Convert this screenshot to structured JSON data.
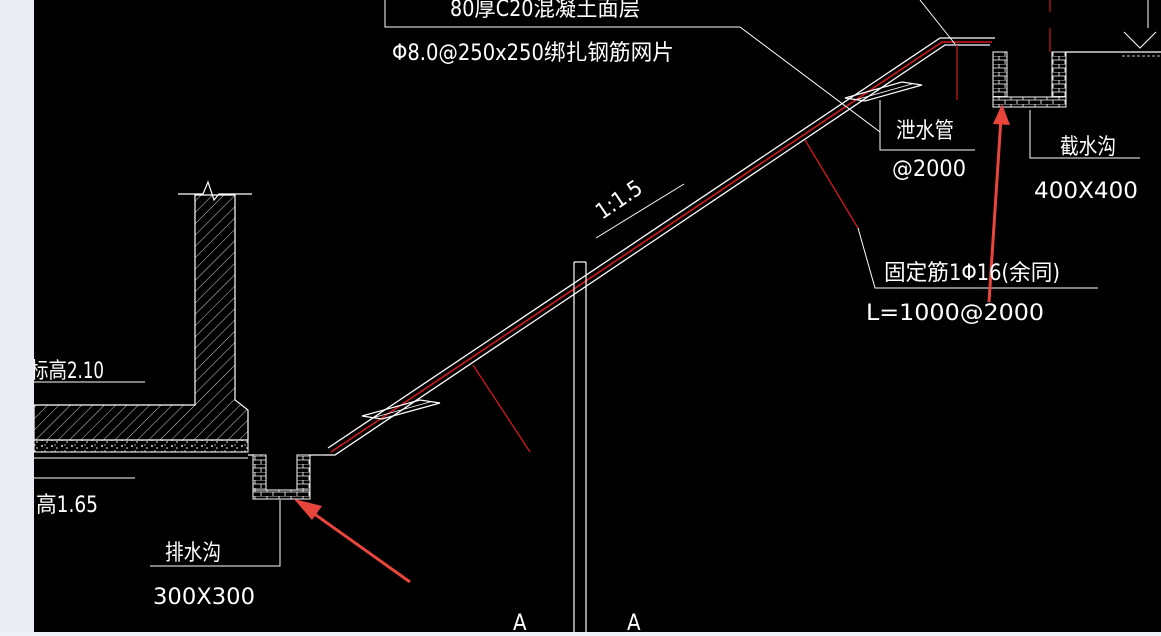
{
  "labels": {
    "top_cut": "80厚C20混凝土面层",
    "mesh": "Φ8.0@250x250绑扎钢筋网片",
    "slope": "1:1.5",
    "drain_pipe": "泄水管",
    "drain_pipe_spacing": "@2000",
    "cutoff_ditch": "截水沟",
    "cutoff_ditch_size": "400X400",
    "anchor_bar": "固定筋1Φ16(余同)",
    "anchor_bar_len": "L=1000@2000",
    "elev_upper": "标高2.10",
    "elev_lower": "高1.65",
    "drainage_ditch": "排水沟",
    "drainage_ditch_size": "300X300",
    "section_left": "A",
    "section_right": "A"
  },
  "colors": {
    "canvas": "#000000",
    "line": "#ffffff",
    "rebar": "#d01a1a",
    "arrow": "#e8453c",
    "page_edge": "#eef1f6"
  }
}
